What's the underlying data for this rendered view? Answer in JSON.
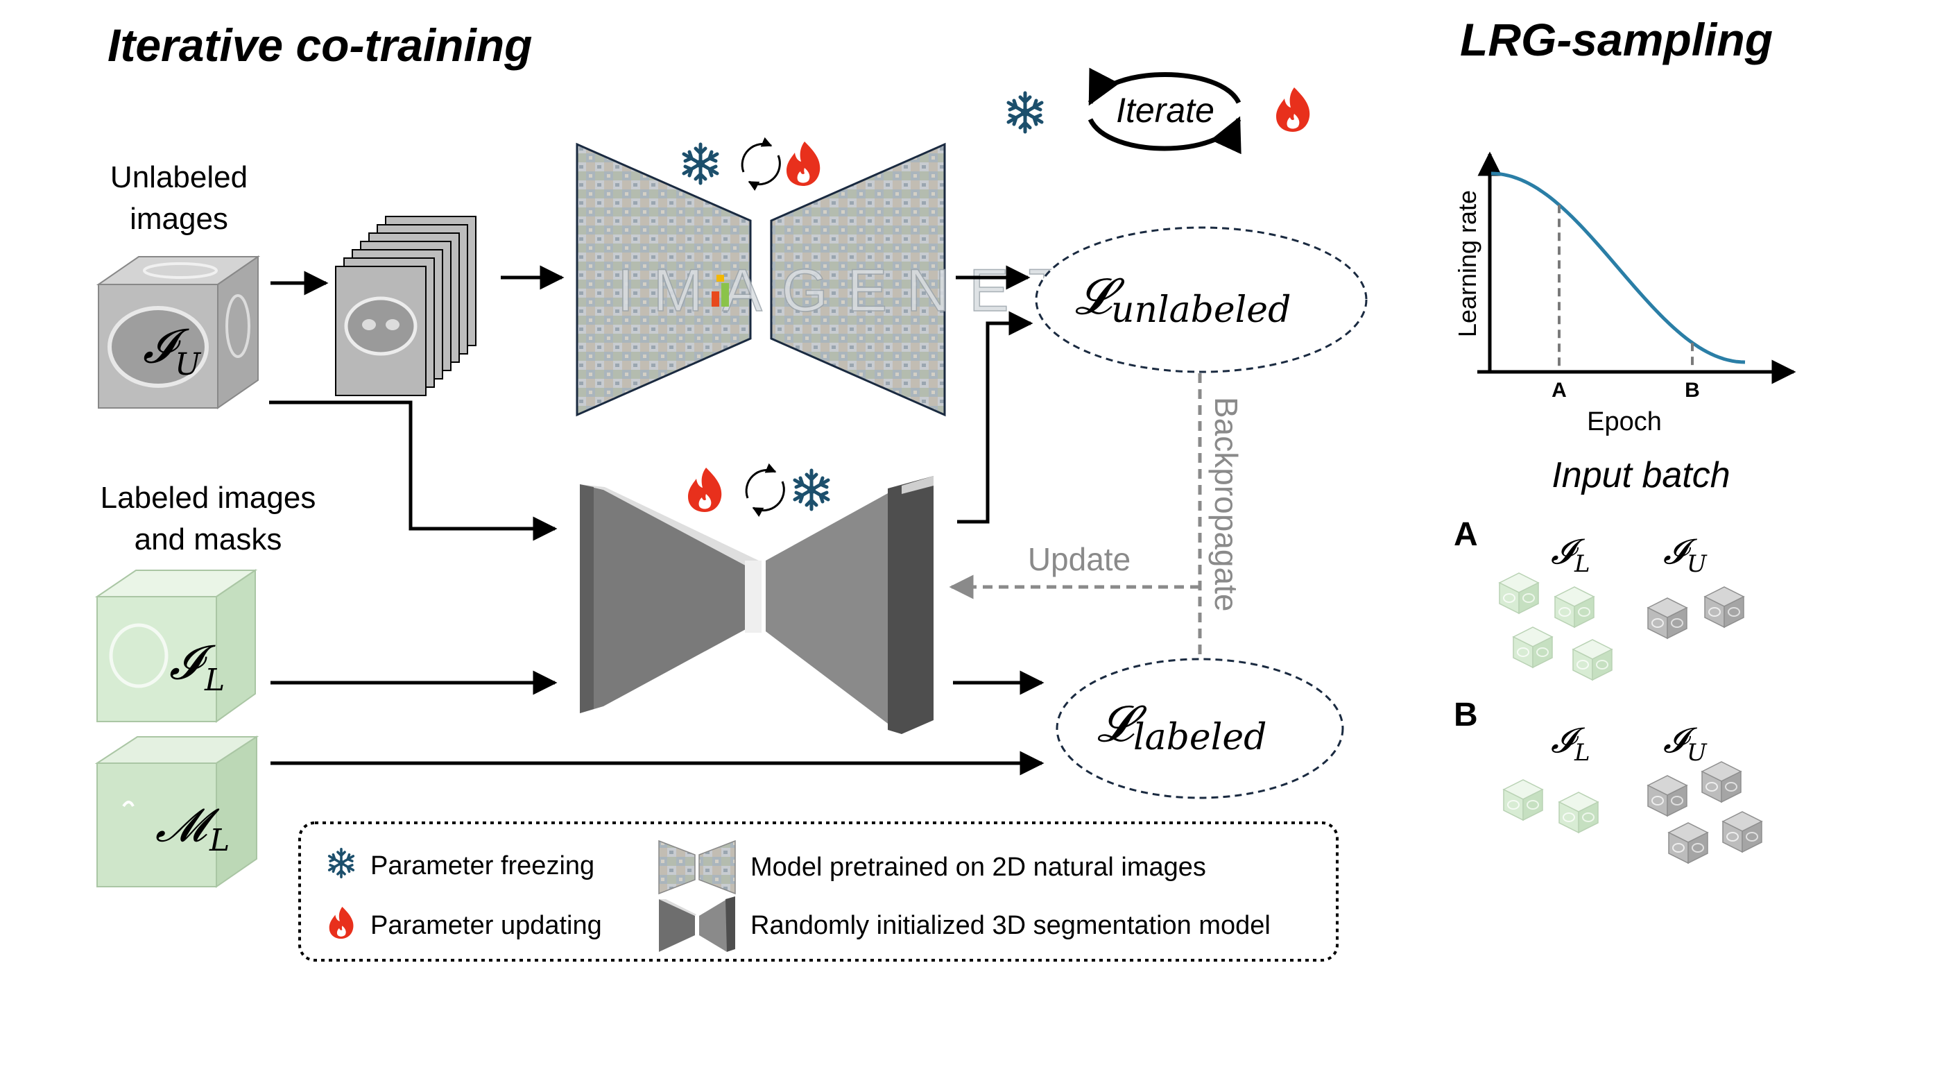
{
  "titles": {
    "left": "Iterative co-training",
    "right": "LRG-sampling"
  },
  "inputs": {
    "unlabeled_line1": "Unlabeled",
    "unlabeled_line2": "images",
    "labeled_line1": "Labeled images",
    "labeled_line2": "and masks",
    "cube_IU": "𝓘",
    "cube_IU_sub": "U",
    "cube_IL": "𝓘",
    "cube_IL_sub": "L",
    "cube_ML": "𝓜",
    "cube_ML_sub": "L"
  },
  "pretrained_model": {
    "watermark": "IMAGENET"
  },
  "losses": {
    "unlabeled_symbol": "𝓛",
    "unlabeled_sub": "unlabeled",
    "labeled_symbol": "𝓛",
    "labeled_sub": "labeled"
  },
  "flow_labels": {
    "iterate": "Iterate",
    "update": "Update",
    "backpropagate": "Backpropagate"
  },
  "legend": {
    "freeze": "Parameter freezing",
    "update": "Parameter updating",
    "pretrained": "Model pretrained on 2D natural images",
    "random3d": "Randomly initialized 3D segmentation model"
  },
  "chart_data": {
    "type": "line",
    "title": "",
    "xlabel": "Epoch",
    "ylabel": "Learning rate",
    "x_ticks": [
      "A",
      "B"
    ],
    "curve": "cosine-decay",
    "grid": false
  },
  "batch": {
    "title": "Input batch",
    "A_label": "A",
    "B_label": "B",
    "IL": "𝓘",
    "IL_sub": "L",
    "IU": "𝓘",
    "IU_sub": "U",
    "A_counts": {
      "labeled": 4,
      "unlabeled": 2
    },
    "B_counts": {
      "labeled": 2,
      "unlabeled": 4
    }
  },
  "colors": {
    "curve": "#2a7ea6",
    "snowflake": "#1c4f6c",
    "flame": "#e8301c",
    "grey_arrow": "#8a8a8a",
    "green_cube": "#d7ecd3",
    "grey_cube": "#bdbdbd"
  }
}
